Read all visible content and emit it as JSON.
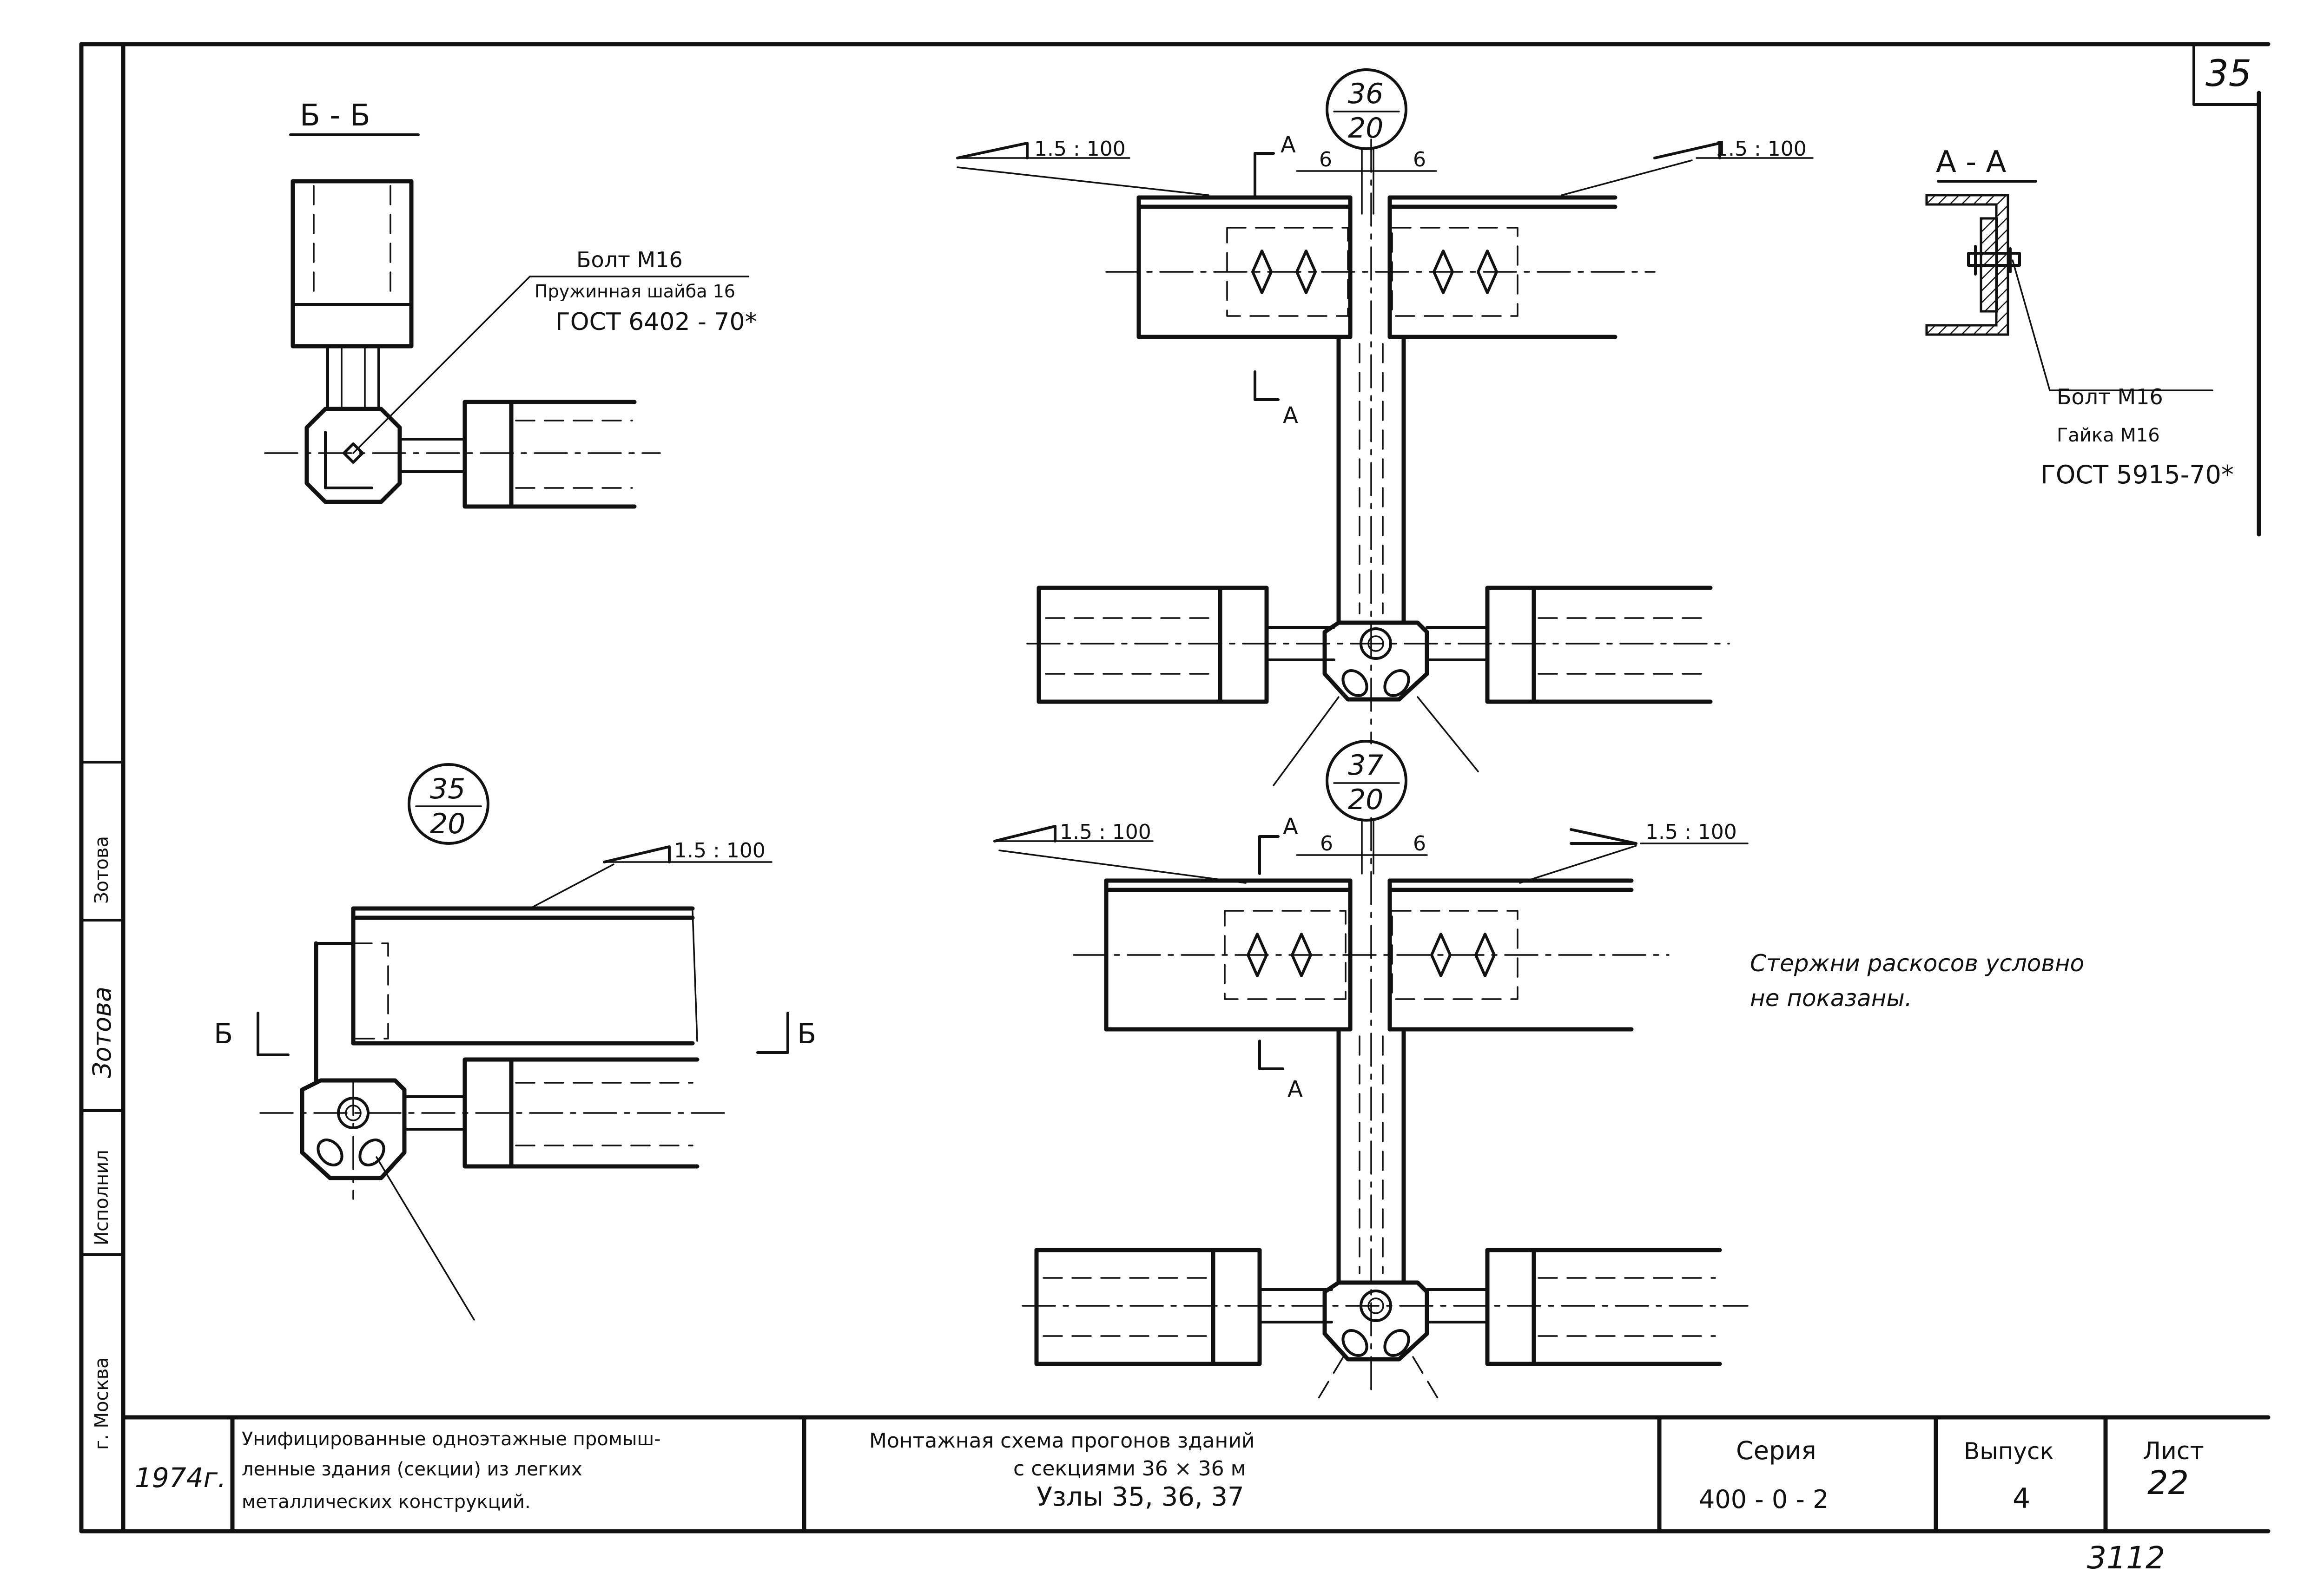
{
  "sheet": {
    "corner_number": "35",
    "stamp_number": "3112"
  },
  "section_bb": {
    "title": "Б - Б",
    "bolt_note": "Болт  М16",
    "washer_note": "Пружинная шайба 16",
    "gost_note": "ГОСТ 6402 - 70*"
  },
  "section_aa": {
    "title": "А - А",
    "bolt_note": "Болт  М16",
    "nut_note": "Гайка М16",
    "gost_note": "ГОСТ 5915-70*"
  },
  "node_35": {
    "bubble_top": "35",
    "bubble_bottom": "20",
    "slope": "1.5 : 100",
    "cut_left": "Б",
    "cut_right": "Б"
  },
  "node_36": {
    "bubble_top": "36",
    "bubble_bottom": "20",
    "slope_left": "1.5 : 100",
    "slope_right": "1.5 : 100",
    "cut_mark_top": "А",
    "cut_mark_bottom": "А",
    "gap_left": "6",
    "gap_right": "6"
  },
  "node_37": {
    "bubble_top": "37",
    "bubble_bottom": "20",
    "slope_left": "1.5 : 100",
    "slope_right": "1.5 : 100",
    "cut_mark_top": "А",
    "cut_mark_bottom": "А",
    "gap_left": "6",
    "gap_right": "6"
  },
  "note": {
    "line1": "Стержни раскосов условно",
    "line2": "не показаны."
  },
  "side_strip": {
    "city": "г. Москва",
    "executor": "Исполнил",
    "signature": "Зотова",
    "name": "Зотова"
  },
  "title_block": {
    "year": "1974г.",
    "org_line1": "Унифицированные одноэтажные промыш-",
    "org_line2": "ленные здания (секции) из легких",
    "org_line3": "металлических конструкций.",
    "title_line1": "Монтажная   схема   прогонов   зданий",
    "title_line2": "с   секциями  36 × 36 м",
    "title_line3": "Узлы  35, 36, 37",
    "series_label": "Серия",
    "series_value": "400 - 0 - 2",
    "issue_label": "Выпуск",
    "issue_value": "4",
    "sheet_label": "Лист",
    "sheet_value": "22"
  }
}
